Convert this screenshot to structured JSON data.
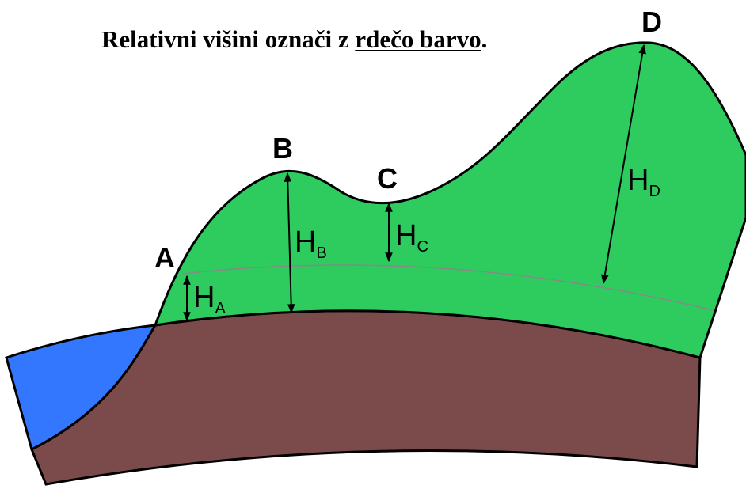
{
  "instruction": {
    "prefix": "Relativni višini označi z ",
    "emphasis": "rdečo barvo",
    "suffix": "."
  },
  "points": [
    {
      "id": "A",
      "label": "A"
    },
    {
      "id": "B",
      "label": "B"
    },
    {
      "id": "C",
      "label": "C"
    },
    {
      "id": "D",
      "label": "D"
    }
  ],
  "heights": [
    {
      "id": "A",
      "main": "H",
      "sub": "A"
    },
    {
      "id": "B",
      "main": "H",
      "sub": "B"
    },
    {
      "id": "C",
      "main": "H",
      "sub": "C"
    },
    {
      "id": "D",
      "main": "H",
      "sub": "D"
    }
  ],
  "colors": {
    "land": "#2ecc5e",
    "crust": "#7b4a4a",
    "sea": "#3377ff",
    "reference_line": "#888888",
    "outline": "#000000"
  }
}
